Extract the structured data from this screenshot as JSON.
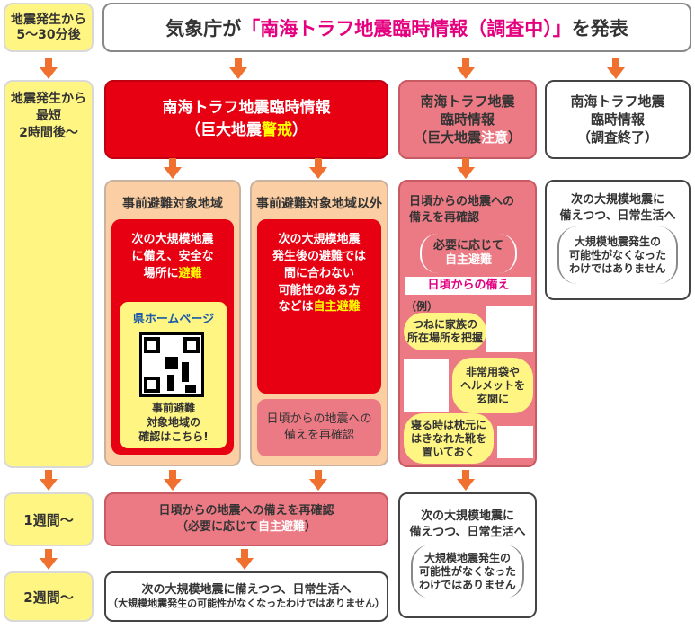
{
  "top_left": "地震発生から\n5〜30分後",
  "top_banner": {
    "prefix": "気象庁が",
    "highlight": "「南海トラフ地震臨時情報（調査中）」",
    "suffix": "を発表"
  },
  "left_column": {
    "stage2": "地震発生から\n最短\n2時間後〜",
    "stage3": "1週間〜",
    "stage4": "2週間〜"
  },
  "warning": {
    "title": "南海トラフ地震臨時情報",
    "subtitle_pre": "（巨大地震",
    "subtitle_hl": "警戒",
    "subtitle_post": "）",
    "area_in": {
      "title": "事前避難対象地域",
      "text_pre": "次の大規模地震\nに備え、安全な\n場所に",
      "text_hl": "避難",
      "homepage": "県ホームページ",
      "qr_caption": "事前避難\n対象地域の\n確認はこちら!"
    },
    "area_out": {
      "title": "事前避難対象地域以外",
      "text_pre": "次の大規模地震\n発生後の避難では\n間に合わない\n可能性のある方\nなどは",
      "text_hl": "自主避難",
      "reconfirm": "日頃からの地震への\n備えを再確認"
    }
  },
  "caution": {
    "title_pre": "南海トラフ地震\n臨時情報\n（巨大地震",
    "title_hl": "注意",
    "title_post": "）",
    "text1": "日頃からの地震への\n備えを再確認",
    "text2_pre": "必要に応じて",
    "text2_hl": "自主避難",
    "prep_label": "日頃からの備え",
    "example_label": "（例）",
    "examples": [
      "つねに家族の\n所在場所を把握",
      "非常用袋や\nヘルメットを\n玄関に",
      "寝る時は枕元に\nはきなれた靴を\n置いておく"
    ],
    "after": "次の大規模地震に\n備えつつ、日常生活へ",
    "after_note": "大規模地震発生の\n可能性がなくなった\nわけではありません"
  },
  "ended": {
    "title": "南海トラフ地震\n臨時情報\n（調査終了）",
    "text": "次の大規模地震に\n備えつつ、日常生活へ",
    "note": "大規模地震発生の\n可能性がなくなった\nわけではありません"
  },
  "week1": {
    "line1": "日頃からの地震への備えを再確認",
    "line2_pre": "（必要に応じて",
    "line2_hl": "自主避難",
    "line2_post": "）"
  },
  "week2": {
    "line1": "次の大規模地震に備えつつ、日常生活へ",
    "line2": "（大規模地震発生の可能性がなくなったわけではありません）"
  },
  "colors": {
    "red": "#e60012",
    "highlight": "#ffff00",
    "pink_text": "#e4007f",
    "arrow": "#f07030"
  }
}
